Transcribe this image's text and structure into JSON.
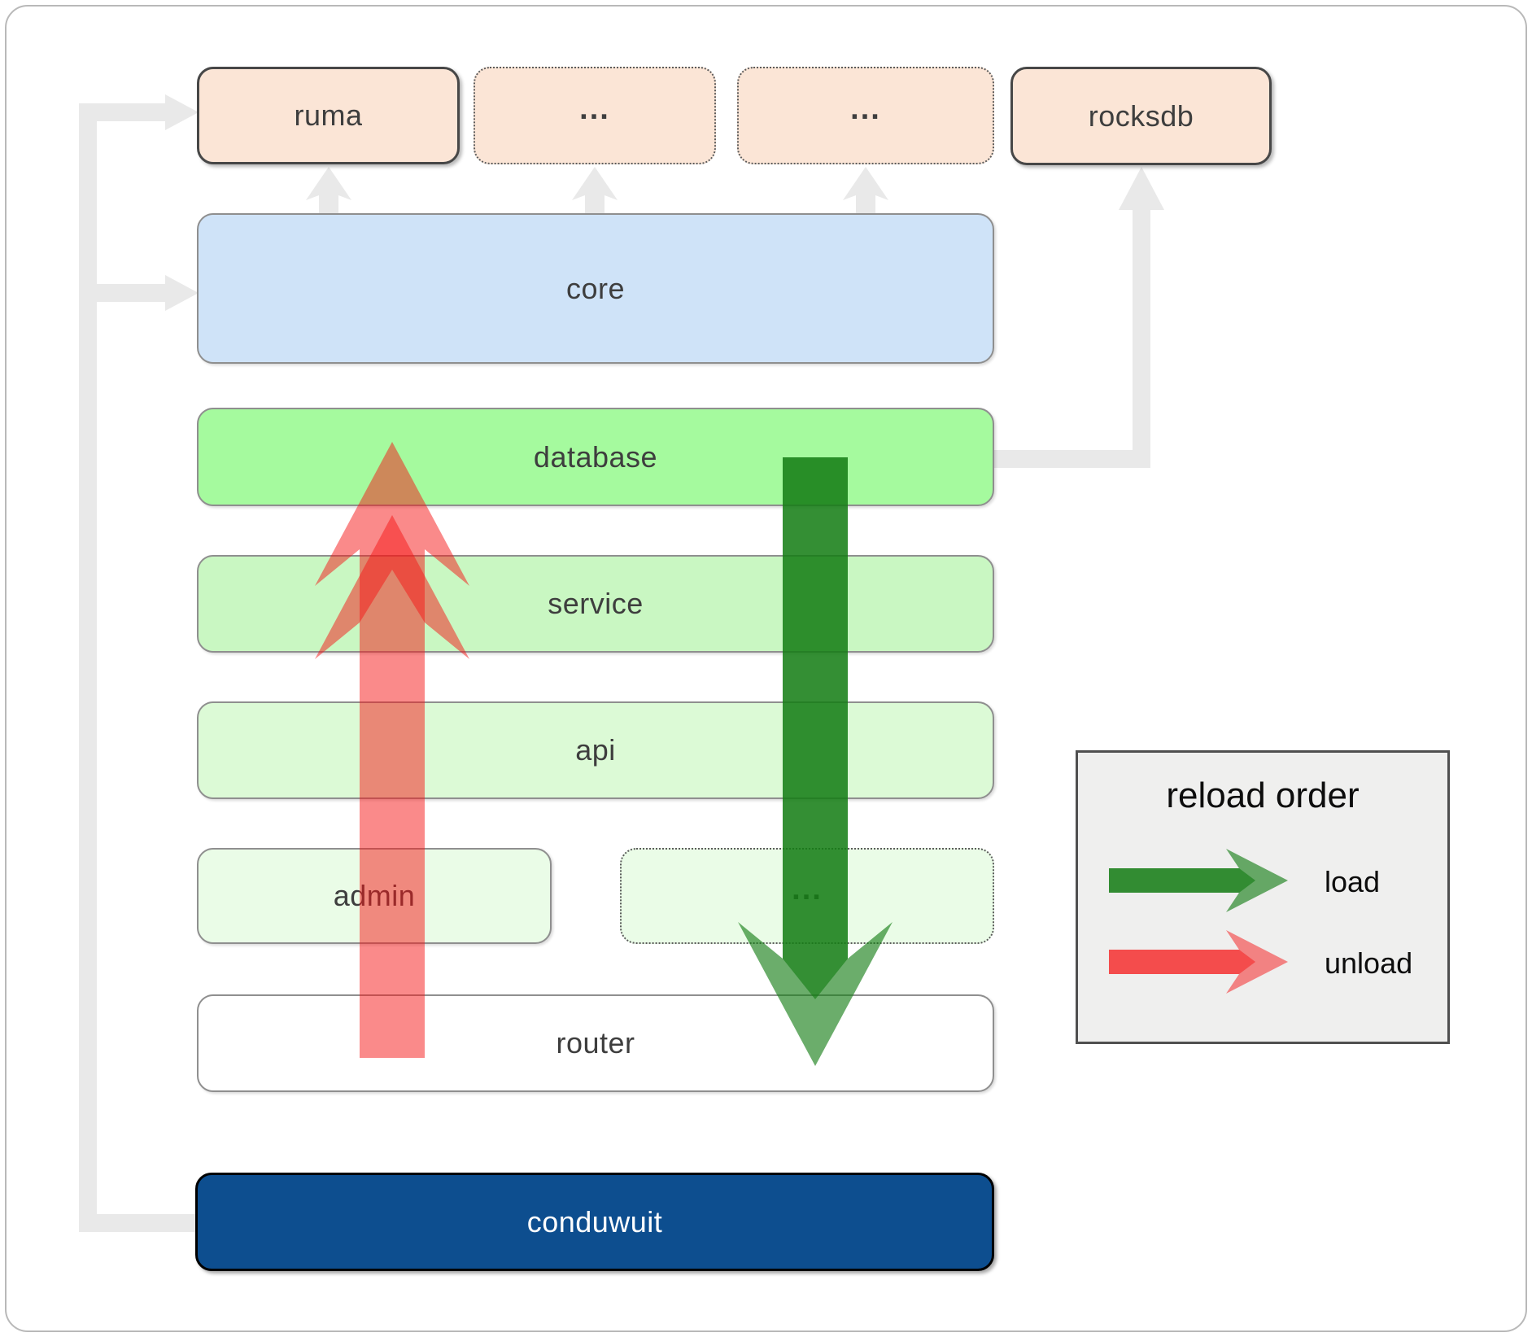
{
  "boxes": {
    "ruma": {
      "label": "ruma"
    },
    "ellipsis1": {
      "label": "..."
    },
    "ellipsis2": {
      "label": "..."
    },
    "rocksdb": {
      "label": "rocksdb"
    },
    "core": {
      "label": "core"
    },
    "database": {
      "label": "database"
    },
    "service": {
      "label": "service"
    },
    "api": {
      "label": "api"
    },
    "admin": {
      "label": "admin"
    },
    "ellipsis3": {
      "label": "..."
    },
    "router": {
      "label": "router"
    },
    "conduwuit": {
      "label": "conduwuit"
    }
  },
  "legend": {
    "title": "reload order",
    "load_label": "load",
    "unload_label": "unload"
  },
  "colors": {
    "load_arrow": "rgba(20,125,20,0.63)",
    "unload_arrow": "rgba(245,21,21,0.5)",
    "connector_gray": "#e9e9e9",
    "conduwuit_blue": "#0d4e8f",
    "core_blue": "#cfe3f8",
    "database_green": "#a5fa9e",
    "service_green": "#c9f7c2",
    "api_green": "#dcfad6",
    "pale_green": "#eafce7",
    "peach": "#fbe5d6",
    "router_white": "#ffffff",
    "legend_bg": "#efefee"
  }
}
